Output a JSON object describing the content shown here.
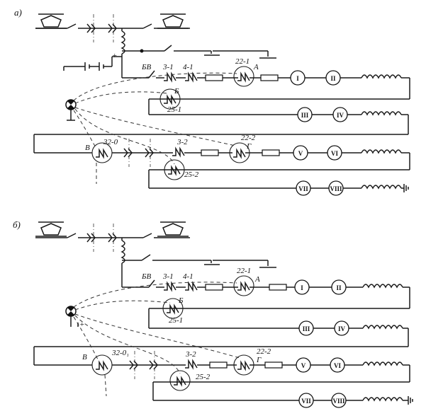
{
  "panels": [
    {
      "label": "а)",
      "switch_labels": {
        "bv": "БВ",
        "s31": "3-1",
        "s41": "4-1",
        "s221": "22-1",
        "s251": "25-1",
        "s320": "32-0",
        "s32": "3-2",
        "s222": "22-2",
        "s252": "25-2"
      },
      "point_labels": {
        "a": "А",
        "b": "Б",
        "v": "В",
        "g": "Г"
      },
      "polarity": "+",
      "motors": [
        "I",
        "II",
        "III",
        "IV",
        "V",
        "VI",
        "VII",
        "VIII"
      ]
    },
    {
      "label": "б)",
      "switch_labels": {
        "bv": "БВ",
        "s31": "3-1",
        "s41": "4-1",
        "s221": "22-1",
        "s251": "25-1",
        "s320": "32-0₁",
        "s32": "3-2",
        "s222": "22-2",
        "s252": "25-2"
      },
      "point_labels": {
        "a": "А",
        "b": "Б",
        "v": "В",
        "g": "Г"
      },
      "polarity": "+",
      "motors": [
        "I",
        "II",
        "III",
        "IV",
        "V",
        "VI",
        "VII",
        "VIII"
      ]
    }
  ]
}
